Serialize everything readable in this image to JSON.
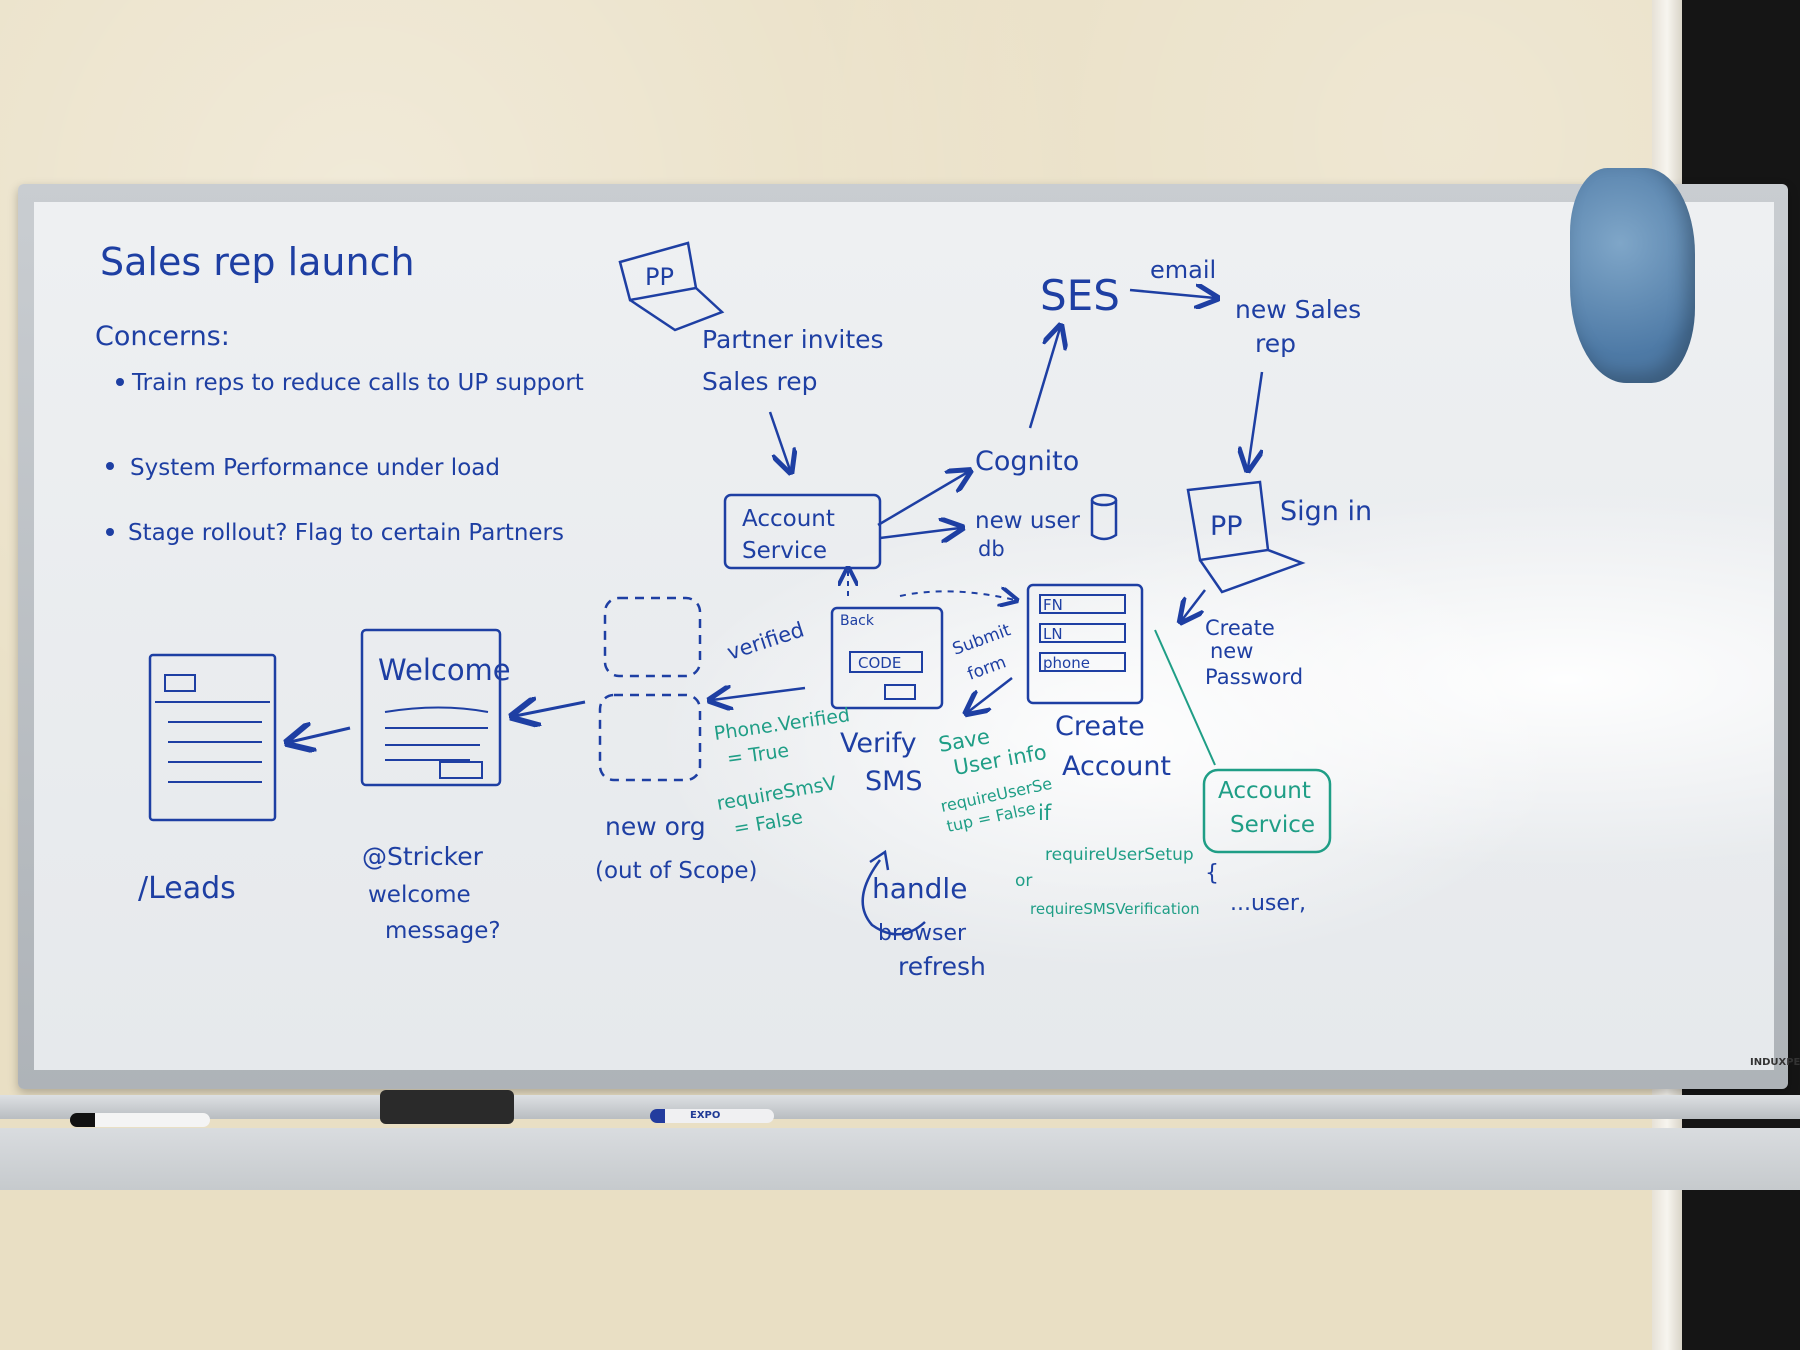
{
  "title": "Sales rep launch",
  "concerns": {
    "heading": "Concerns:",
    "items": [
      "Train reps to reduce calls to UP support",
      "System Performance under load",
      "Stage rollout? Flag to certain Partners"
    ]
  },
  "flow": {
    "pp_top": "PP",
    "partner_invites_line1": "Partner invites",
    "partner_invites_line2": "Sales rep",
    "ses": "SES",
    "email": "email",
    "new_sales_rep_line1": "new Sales",
    "new_sales_rep_line2": "rep",
    "cognito": "Cognito",
    "account_service_line1": "Account",
    "account_service_line2": "Service",
    "new_user_db_line1": "new user",
    "new_user_db_line2": "db",
    "pp_right": "PP",
    "sign_in": "Sign in",
    "create_password_line1": "Create",
    "create_password_line2": "new",
    "create_password_line3": "Password",
    "form_fn": "FN",
    "form_ln": "LN",
    "form_phone": "phone",
    "submit_form_line1": "Submit",
    "submit_form_line2": "form",
    "create_account_line1": "Create",
    "create_account_line2": "Account",
    "verify_back": "Back",
    "verify_code": "CODE",
    "verify_sms_line1": "Verify",
    "verify_sms_line2": "SMS",
    "verified": "verified",
    "welcome": "Welcome",
    "new_org_line1": "new org",
    "new_org_line2": "(out of Scope)",
    "sticker_line1": "@Stricker",
    "sticker_line2": "welcome",
    "sticker_line3": "message?",
    "leads": "/Leads",
    "handle_line1": "handle",
    "handle_line2": "browser",
    "handle_line3": "refresh"
  },
  "notes": {
    "phone_verified_line1": "Phone.Verified",
    "phone_verified_line2": "= True",
    "requires_sms_line1": "requireSmsV",
    "requires_sms_line2": "= False",
    "save_user_info_line1": "Save",
    "save_user_info_line2": "User info",
    "require_user_setup_line1": "requireUserSe",
    "require_user_setup_line2": "tup = False",
    "if": "if",
    "require_user_setup_alt": "requireUserSetup",
    "or": "or",
    "require_sms_verification": "requireSMSVerification",
    "account_service_line1": "Account",
    "account_service_line2": "Service",
    "brace": "{",
    "user_ellipsis": "...user,"
  },
  "props": {
    "marker_brand": "EXPO",
    "board_brand": "INDUXPERT"
  },
  "colors": {
    "blue_ink": "#1e3fa3",
    "green_ink": "#1f9e86"
  }
}
